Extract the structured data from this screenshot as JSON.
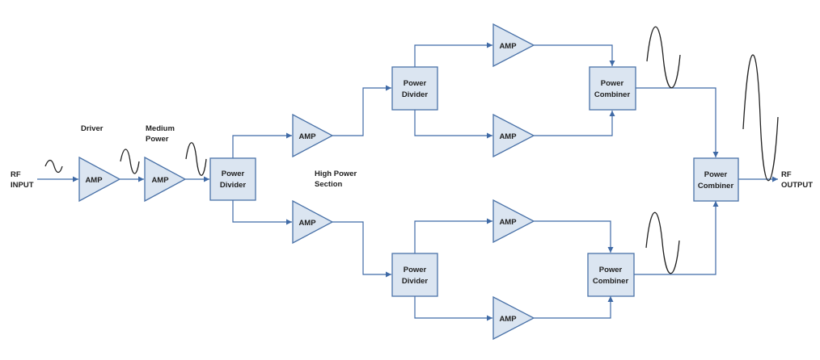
{
  "labels": {
    "rf_input_line1": "RF",
    "rf_input_line2": "INPUT",
    "rf_output_line1": "RF",
    "rf_output_line2": "OUTPUT",
    "driver": "Driver",
    "medium_line1": "Medium",
    "medium_line2": "Power",
    "high_power_line1": "High Power",
    "high_power_line2": "Section"
  },
  "blocks": {
    "amp": "AMP",
    "divider_line1": "Power",
    "divider_line2": "Divider",
    "combiner_line1": "Power",
    "combiner_line2": "Combiner"
  },
  "colors": {
    "block_fill": "#dbe5f1",
    "block_stroke": "#4a72a8",
    "wire": "#3f6aa6"
  }
}
